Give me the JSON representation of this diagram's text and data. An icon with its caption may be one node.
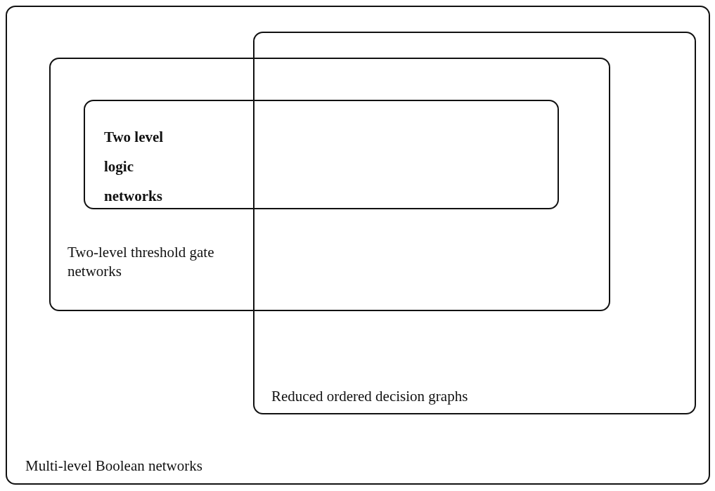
{
  "diagram": {
    "nodes": [
      {
        "text": [
          "Multi-level Boolean networks"
        ]
      },
      {
        "text": [
          "Two-level threshold gate networks"
        ],
        "in": 0
      },
      {
        "text": [
          "Two level logic networks"
        ],
        "in": 1
      },
      {
        "text": [
          "Reduced ordered decision graphs"
        ],
        "in": 0
      }
    ]
  }
}
